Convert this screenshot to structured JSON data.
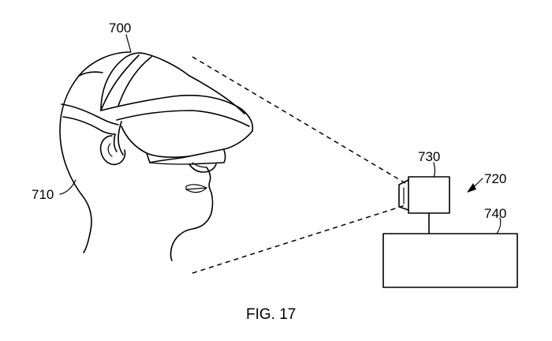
{
  "figure": {
    "caption": "FIG. 17",
    "labels": {
      "hmd": "700",
      "user": "710",
      "system": "720",
      "camera": "730",
      "processor": "740"
    }
  }
}
